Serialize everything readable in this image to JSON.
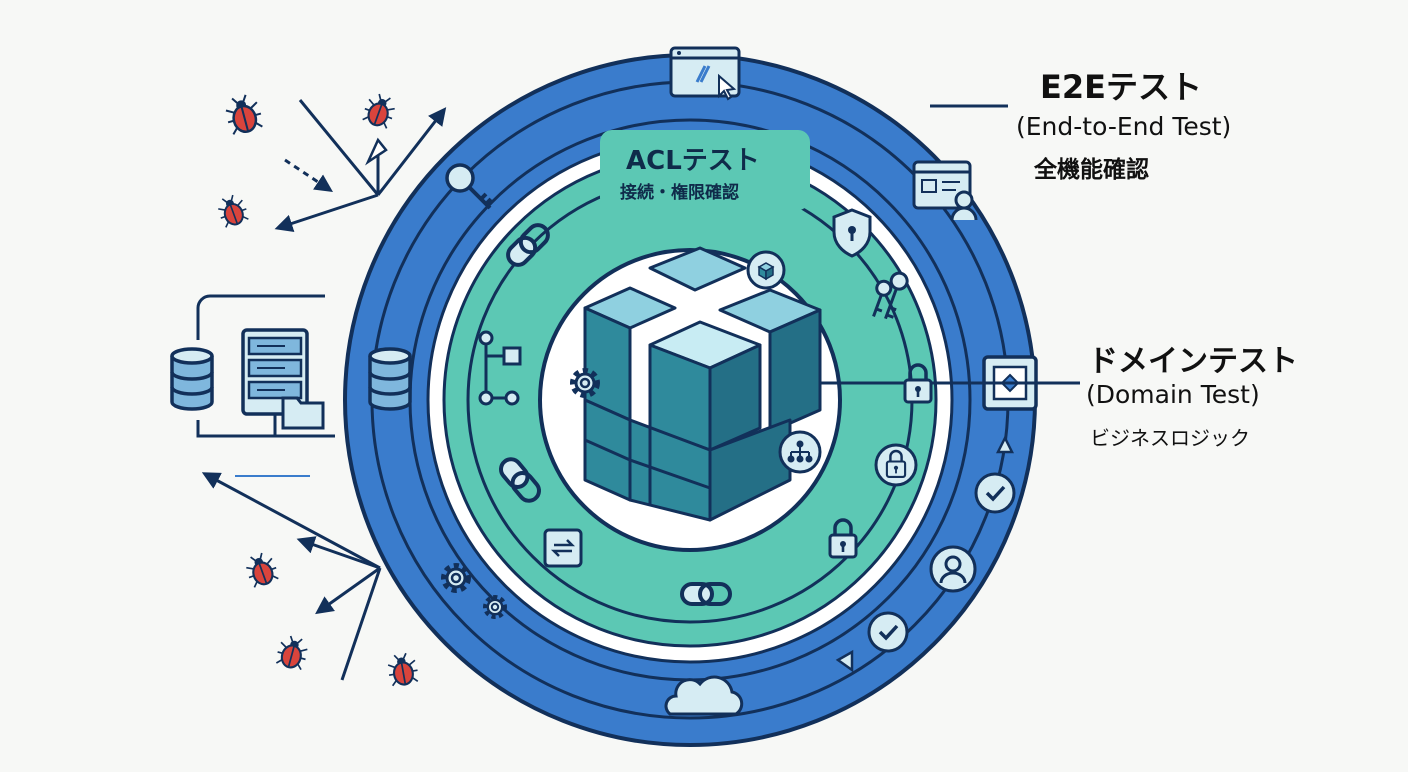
{
  "layers": {
    "e2e": {
      "title": "E2Eテスト",
      "subtitle": "(End-to-End Test)",
      "description": "全機能確認"
    },
    "domain": {
      "title": "ドメインテスト",
      "subtitle": "(Domain Test)",
      "description": "ビジネスロジック"
    },
    "acl": {
      "title": "ACLテスト",
      "description": "接続・権限確認"
    }
  },
  "colors": {
    "outer_ring": "#3a7ccc",
    "outer_ring_dark": "#1f4f8c",
    "acl_ring": "#5cc8b4",
    "navy": "#12305a",
    "cube_front": "#2f8a9c",
    "cube_top": "#8fd0e0",
    "cube_side": "#246f86",
    "bug": "#d9443c",
    "icon_fill": "#d6ecf3"
  },
  "icons": [
    "browser-click-icon",
    "user-profile-card-icon",
    "key-icon",
    "shield-lock-icon",
    "keys-icon",
    "padlock-icon",
    "domain-frame-icon",
    "checkmark-icon",
    "user-icon",
    "cloud-icon",
    "gear-icon",
    "database-icon",
    "server-icon",
    "folder-icon",
    "chain-link-icon",
    "transfer-arrows-icon",
    "node-graph-icon",
    "hierarchy-icon",
    "cube-pin-icon",
    "bug-icon",
    "deflect-arrow-icon"
  ]
}
